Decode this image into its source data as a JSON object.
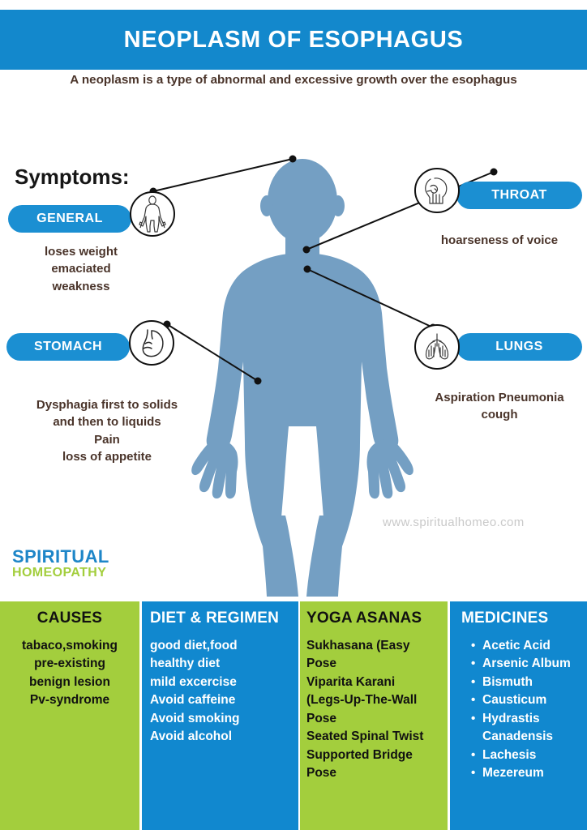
{
  "header": {
    "title": "NEOPLASM OF ESOPHAGUS",
    "subtitle": "A neoplasm is a type of abnormal and excessive growth  over the  esophagus",
    "bar_color": "#1388cc"
  },
  "symptoms": {
    "heading": "Symptoms:",
    "items": [
      {
        "label": "GENERAL",
        "icon": "human-body-icon",
        "description": "loses weight\nemaciated\nweakness",
        "side": "left"
      },
      {
        "label": "STOMACH",
        "icon": "stomach-icon",
        "description": "Dysphagia first to solids\nand then to liquids\nPain\nloss of appetite",
        "side": "left"
      },
      {
        "label": "THROAT",
        "icon": "throat-icon",
        "description": "hoarseness of voice",
        "side": "right"
      },
      {
        "label": "LUNGS",
        "icon": "lungs-icon",
        "description": "Aspiration Pneumonia\ncough",
        "side": "right"
      }
    ],
    "pill_color": "#1b8fd2"
  },
  "illustration": {
    "name": "human-body-silhouette",
    "color": "#749fc3"
  },
  "branding": {
    "line1": "SPIRITUAL",
    "line2": "HOMEOPATHY",
    "line1_color": "#1e86c8",
    "line2_color": "#a3ce3d",
    "watermark": "www.spiritualhomeo.com"
  },
  "panels": [
    {
      "id": "causes",
      "title": "CAUSES",
      "theme": "green",
      "color": "#a3ce3d",
      "items": [
        "tabaco,smoking",
        "pre-existing",
        "benign lesion",
        "Pv-syndrome"
      ]
    },
    {
      "id": "diet",
      "title": "DIET & REGIMEN",
      "theme": "blue",
      "color": "#1188cf",
      "items": [
        "good diet,food",
        "healthy diet",
        "mild excercise",
        "Avoid caffeine",
        "Avoid smoking",
        "Avoid alcohol"
      ]
    },
    {
      "id": "yoga",
      "title": "YOGA ASANAS",
      "theme": "green",
      "color": "#a3ce3d",
      "items": [
        "Sukhasana (Easy",
        "Pose",
        "Viparita Karani",
        "(Legs-Up-The-Wall",
        "Pose",
        "Seated Spinal Twist",
        "Supported Bridge",
        "Pose"
      ]
    },
    {
      "id": "medicines",
      "title": "MEDICINES",
      "theme": "blue",
      "color": "#1188cf",
      "items": [
        "Acetic Acid",
        "Arsenic Album",
        "Bismuth",
        "Causticum",
        "Hydrastis",
        "Canadensis",
        "Lachesis",
        "Mezereum"
      ]
    }
  ]
}
